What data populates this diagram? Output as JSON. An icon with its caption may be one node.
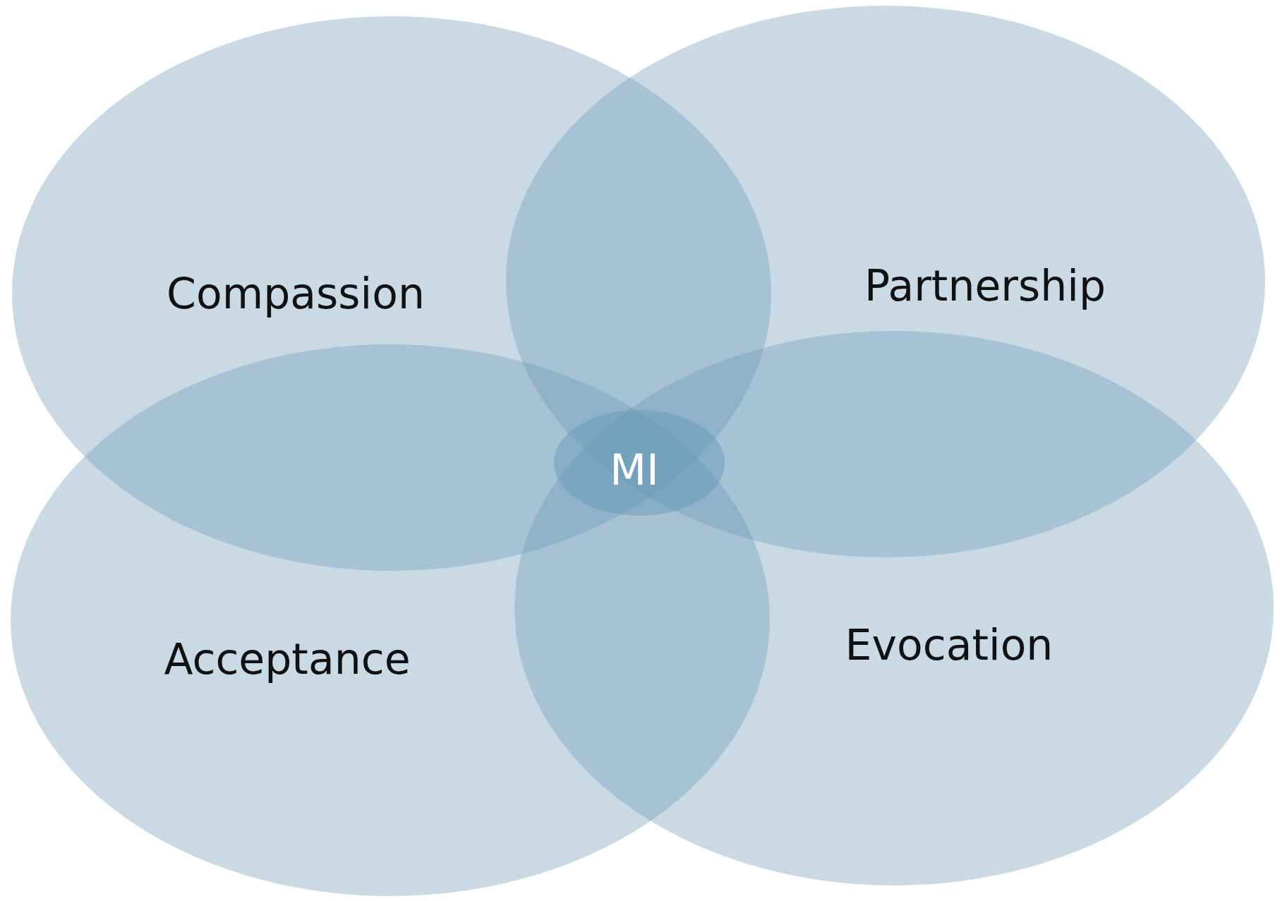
{
  "diagram": {
    "nodes": [
      {
        "text": [
          "Compassion"
        ]
      },
      {
        "text": [
          "Partnership"
        ]
      },
      {
        "text": [
          "Acceptance"
        ]
      },
      {
        "text": [
          "Evocation"
        ]
      },
      {
        "text": [
          "MI"
        ]
      }
    ],
    "edges": []
  }
}
